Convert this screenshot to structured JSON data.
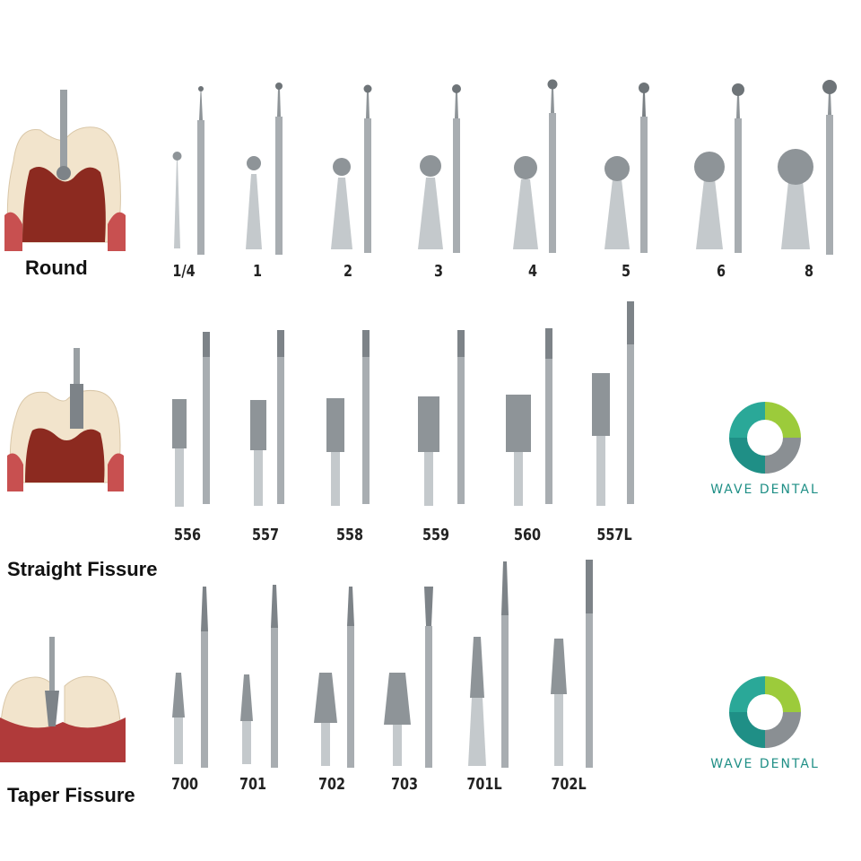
{
  "sections": [
    {
      "id": "round",
      "label": "Round",
      "burs": [
        "1/4",
        "1",
        "2",
        "3",
        "4",
        "5",
        "6",
        "8"
      ]
    },
    {
      "id": "straight",
      "label": "Straight Fissure",
      "burs": [
        "556",
        "557",
        "558",
        "559",
        "560",
        "557L"
      ]
    },
    {
      "id": "taper",
      "label": "Taper Fissure",
      "burs": [
        "700",
        "701",
        "702",
        "703",
        "701L",
        "702L"
      ]
    }
  ],
  "logo": {
    "text": "WAVE DENTAL"
  },
  "colors": {
    "teal": "#1f8f86",
    "green": "#9ccb3b",
    "grey": "#8a8f93",
    "gum": "#b03a3a",
    "pulp": "#7a1a14"
  }
}
